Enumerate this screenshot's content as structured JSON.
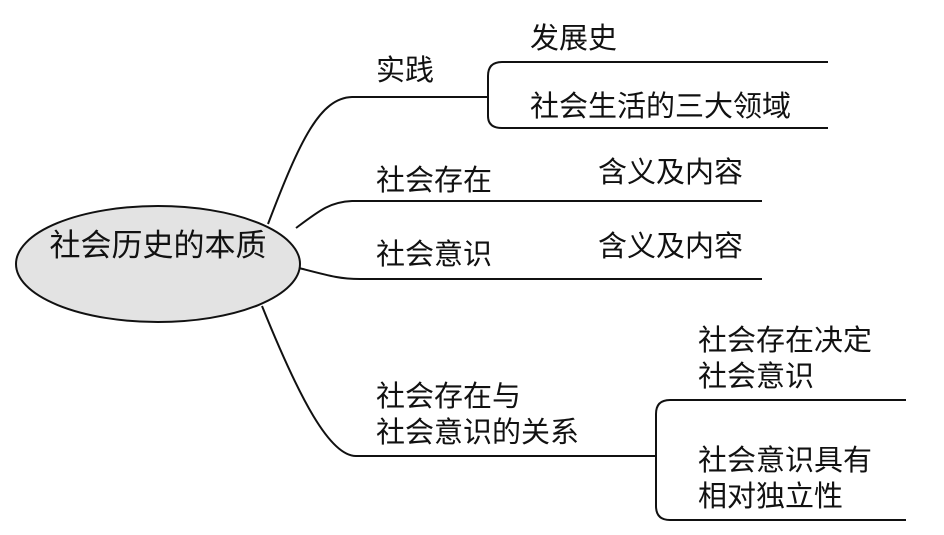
{
  "central_topic": "社会历史的本质",
  "colors": {
    "node_fill": "#e3e3e3",
    "line": "#111111",
    "text": "#111111"
  },
  "branches": [
    {
      "label": "实践",
      "children": [
        "发展史",
        "社会生活的三大领域"
      ]
    },
    {
      "label": "社会存在",
      "children": [
        "含义及内容"
      ]
    },
    {
      "label": "社会意识",
      "children": [
        "含义及内容"
      ]
    },
    {
      "label_lines": [
        "社会存在与",
        "社会意识的关系"
      ],
      "children": [
        {
          "lines": [
            "社会存在决定",
            "社会意识"
          ]
        },
        {
          "lines": [
            "社会意识具有",
            "相对独立性"
          ]
        }
      ]
    }
  ]
}
